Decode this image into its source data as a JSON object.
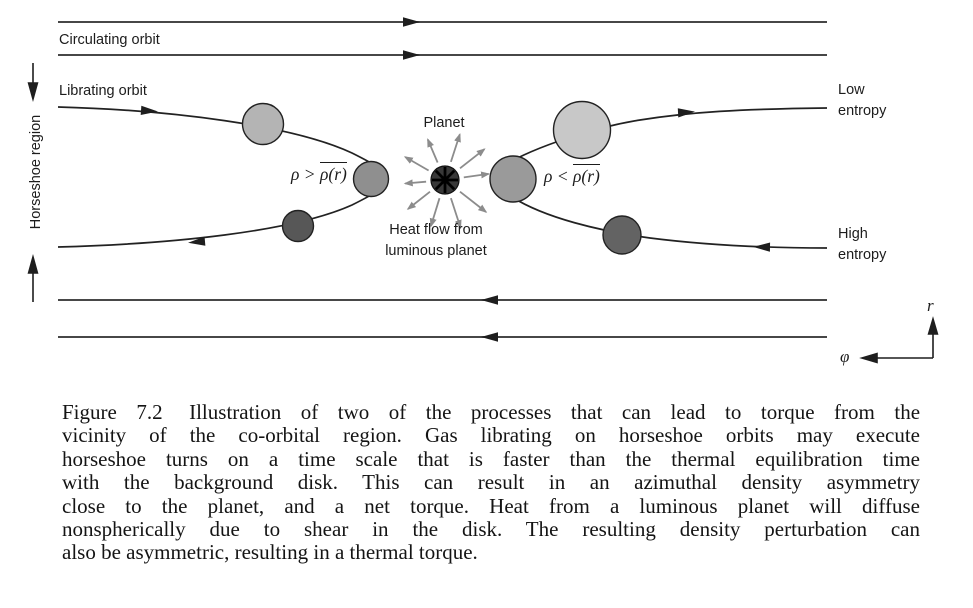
{
  "diagram": {
    "labels": {
      "circulating_orbit": "Circulating orbit",
      "librating_orbit": "Librating orbit",
      "horseshoe_region": "Horseshoe region",
      "planet": "Planet",
      "heat_flow_line1": "Heat flow from",
      "heat_flow_line2": "luminous planet",
      "rho_left_prefix": "ρ > ",
      "rho_left_overlined": "ρ(r)",
      "rho_right_prefix": "ρ < ",
      "rho_right_overlined": "ρ(r)",
      "low_entropy_line1": "Low",
      "low_entropy_line2": "entropy",
      "high_entropy_line1": "High",
      "high_entropy_line2": "entropy",
      "axis_r": "r",
      "axis_phi": "φ"
    },
    "colors": {
      "stroke": "#2a2a2a",
      "straight_line": "#474747",
      "blob_left_light": "#b4b4b4",
      "blob_left_mid": "#8f8f8f",
      "blob_left_dark": "#575757",
      "blob_right_light": "#c8c8c8",
      "blob_right_mid": "#9a9a9a",
      "blob_right_dark": "#636363",
      "planet_fill": "#383838",
      "planet_spokes": "#000000",
      "heat_arrow": "#8c8c8c"
    }
  },
  "caption": {
    "figure_label": "Figure 7.2",
    "line1_rest": "Illustration of two of the processes that can lead to torque from the",
    "lines": [
      "vicinity of the co-orbital region. Gas librating on horseshoe orbits may execute",
      "horseshoe turns on a time scale that is faster than the thermal equilibration time",
      "with the background disk. This can result in an azimuthal density asymmetry",
      "close to the planet, and a net torque. Heat from a luminous planet will diffuse",
      "nonspherically due to shear in the disk. The resulting density perturbation can",
      "also be asymmetric, resulting in a thermal torque."
    ]
  }
}
